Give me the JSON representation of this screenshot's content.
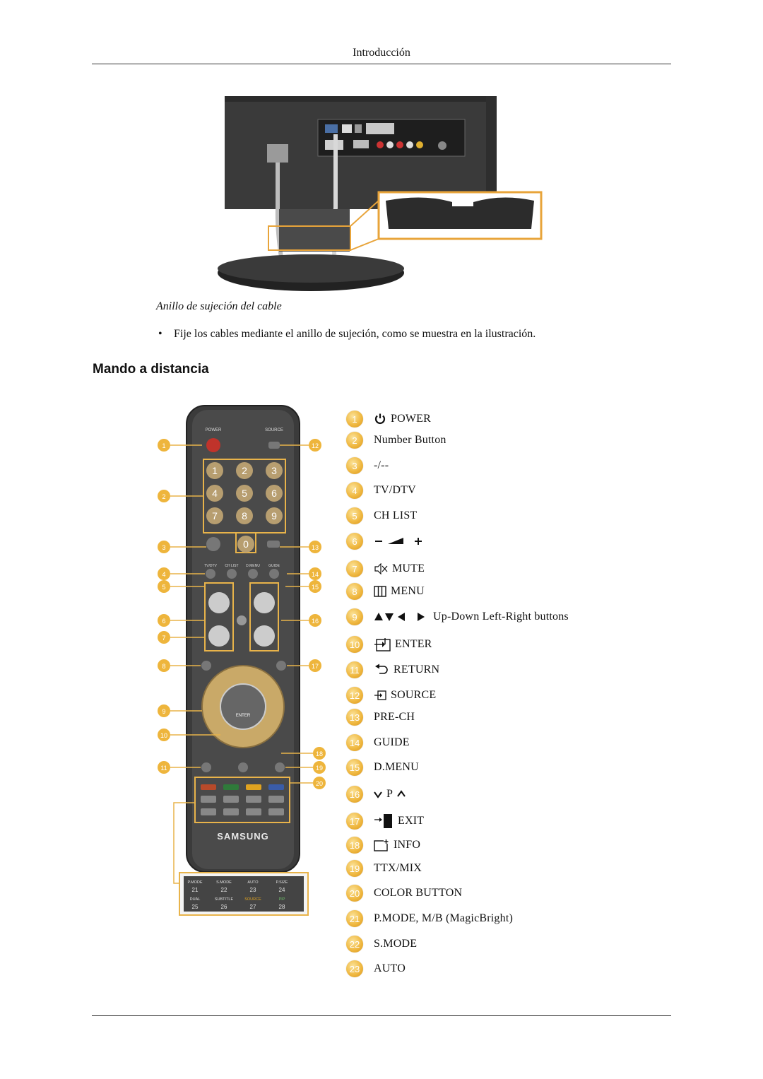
{
  "header": {
    "title": "Introducción"
  },
  "figure1": {
    "caption": "Anillo de sujeción del cable"
  },
  "bullet": {
    "text": "Fije los cables mediante el anillo de sujeción, como se muestra en la ilustración."
  },
  "section": {
    "title": "Mando a distancia"
  },
  "remote": {
    "top_buttons": [
      "POWER",
      "SOURCE"
    ],
    "number_keys": [
      "1",
      "2",
      "3",
      "4",
      "5",
      "6",
      "7",
      "8",
      "9",
      "0"
    ],
    "row_labels": [
      "TV/DTV",
      "CH LIST",
      "D.MENU",
      "GUIDE"
    ],
    "enter_label": "ENTER",
    "brand": "SAMSUNG",
    "color_table": [
      [
        "P.MODE",
        "S.MODE",
        "AUTO",
        "P.SIZE"
      ],
      [
        "21",
        "22",
        "23",
        "24"
      ],
      [
        "DUAL",
        "SUBTITLE",
        "SOURCE",
        "PIP"
      ],
      [
        "25",
        "26",
        "27",
        "28"
      ]
    ],
    "callout_numbers": [
      "1",
      "2",
      "3",
      "4",
      "5",
      "6",
      "7",
      "8",
      "9",
      "10",
      "11",
      "12",
      "13",
      "14",
      "15",
      "16",
      "17",
      "18",
      "19",
      "20"
    ]
  },
  "legend": [
    {
      "num": "1",
      "icon": "power-icon",
      "label": "POWER"
    },
    {
      "num": "2",
      "icon": "",
      "label": "Number Button"
    },
    {
      "num": "3",
      "icon": "",
      "label": "-/--"
    },
    {
      "num": "4",
      "icon": "",
      "label": "TV/DTV"
    },
    {
      "num": "5",
      "icon": "",
      "label": "CH LIST"
    },
    {
      "num": "6",
      "icon": "volume-icon",
      "label": ""
    },
    {
      "num": "7",
      "icon": "mute-icon",
      "label": "MUTE"
    },
    {
      "num": "8",
      "icon": "menu-icon",
      "label": "MENU"
    },
    {
      "num": "9",
      "icon": "arrows-icon",
      "label": "Up-Down Left-Right buttons"
    },
    {
      "num": "10",
      "icon": "enter-icon",
      "label": "ENTER"
    },
    {
      "num": "11",
      "icon": "return-icon",
      "label": "RETURN"
    },
    {
      "num": "12",
      "icon": "source-icon",
      "label": "SOURCE"
    },
    {
      "num": "13",
      "icon": "",
      "label": "PRE-CH"
    },
    {
      "num": "14",
      "icon": "",
      "label": "GUIDE"
    },
    {
      "num": "15",
      "icon": "",
      "label": "D.MENU"
    },
    {
      "num": "16",
      "icon": "channel-icon",
      "label": "P"
    },
    {
      "num": "17",
      "icon": "exit-icon",
      "label": "EXIT"
    },
    {
      "num": "18",
      "icon": "info-icon",
      "label": "INFO"
    },
    {
      "num": "19",
      "icon": "",
      "label": "TTX/MIX"
    },
    {
      "num": "20",
      "icon": "",
      "label": "COLOR BUTTON"
    },
    {
      "num": "21",
      "icon": "",
      "label": "P.MODE, M/B (MagicBright)"
    },
    {
      "num": "22",
      "icon": "",
      "label": "S.MODE"
    },
    {
      "num": "23",
      "icon": "",
      "label": "AUTO"
    }
  ]
}
